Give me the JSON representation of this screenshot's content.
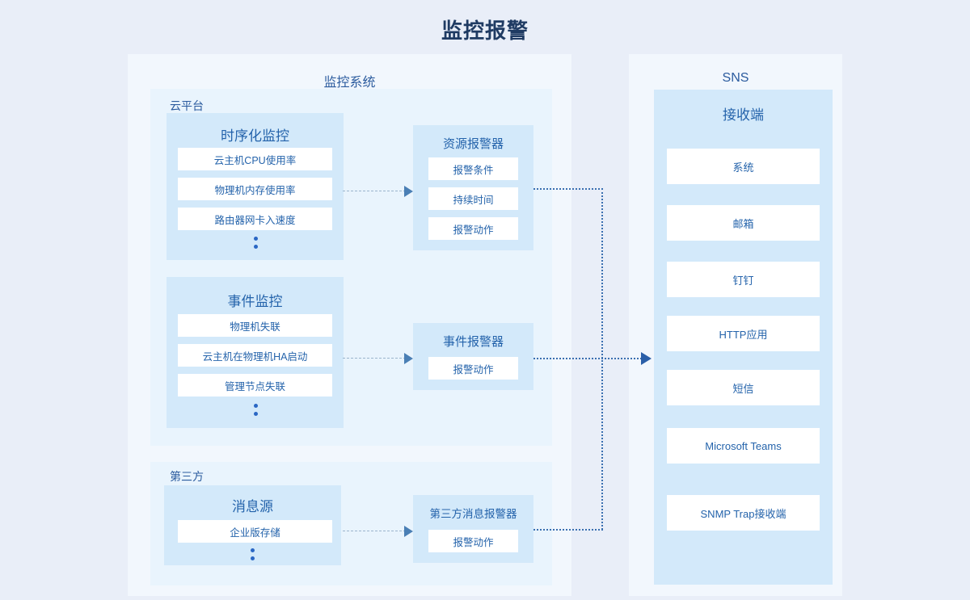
{
  "page": {
    "title": "监控报警",
    "colors": {
      "background": "#e9eef8",
      "panel": "#f2f7fd",
      "group": "#e9f4fd",
      "card": "#d3e9fa",
      "chip": "#ffffff",
      "title_text": "#1f3b63",
      "blue_text": "#2463ab",
      "connector_dashed": "#9bb4cc",
      "connector_dotted": "#3a6fb0"
    }
  },
  "monitor_panel": {
    "title": "监控系统",
    "groups": [
      {
        "label": "云平台",
        "cards": [
          {
            "title": "时序化监控",
            "items": [
              "云主机CPU使用率",
              "物理机内存使用率",
              "路由器网卡入速度"
            ],
            "has_ellipsis": true
          },
          {
            "title": "事件监控",
            "items": [
              "物理机失联",
              "云主机在物理机HA启动",
              "管理节点失联"
            ],
            "has_ellipsis": true
          }
        ]
      },
      {
        "label": "第三方",
        "cards": [
          {
            "title": "消息源",
            "items": [
              "企业版存储"
            ],
            "has_ellipsis": true
          }
        ]
      }
    ],
    "alarmers": [
      {
        "title": "资源报警器",
        "items": [
          "报警条件",
          "持续时间",
          "报警动作"
        ]
      },
      {
        "title": "事件报警器",
        "items": [
          "报警动作"
        ]
      },
      {
        "title": "第三方消息报警器",
        "items": [
          "报警动作"
        ]
      }
    ]
  },
  "sns_panel": {
    "title": "SNS",
    "receiver": {
      "title": "接收端",
      "items": [
        "系统",
        "邮箱",
        "钉钉",
        "HTTP应用",
        "短信",
        "Microsoft Teams",
        "SNMP Trap接收端"
      ]
    }
  },
  "connectors": {
    "source_to_alarmer_label": "dashed-arrow",
    "alarmer_to_sns_label": "dotted-bus-arrow"
  }
}
